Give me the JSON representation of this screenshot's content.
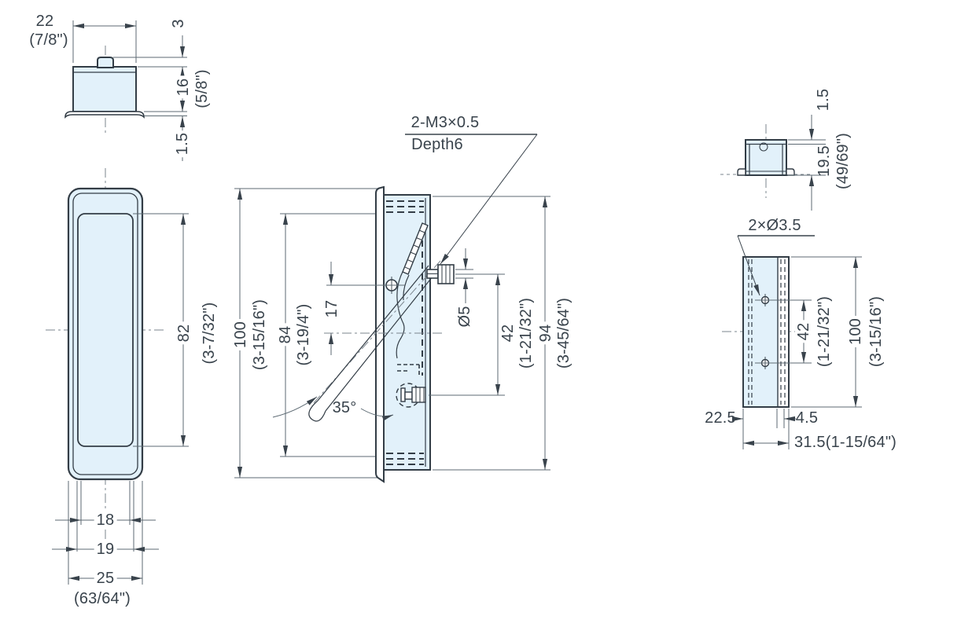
{
  "colors": {
    "background": "#ffffff",
    "part_fill": "#e2f1fa",
    "outline": "#333d46",
    "dimension_line": "#5d6a73",
    "text": "#39434c"
  },
  "views": {
    "cap_top": {
      "width_mm": "22",
      "width_in": "(7/8\")",
      "knob_height": "3",
      "body_height_mm": "16",
      "body_height_in": "(5/8\")",
      "flange_thickness": "1.5"
    },
    "front": {
      "recess_height_mm": "82",
      "recess_height_in": "(3-7/32\")",
      "recess_width": "18",
      "body_width": "19",
      "overall_width_mm": "25",
      "overall_width_in": "(63/64\")"
    },
    "side_section": {
      "thread_callout": "2-M3×0.5",
      "thread_depth": "Depth6",
      "overall_height_mm": "100",
      "overall_height_in": "(3-15/16\")",
      "case_height_mm": "84",
      "case_height_in": "(3-19/4\")",
      "pivot_offset": "17",
      "boss_diameter": "Ø5",
      "screw_pitch_mm": "42",
      "screw_pitch_in": "(1-21/32\")",
      "mount_height_mm": "94",
      "mount_height_in": "(3-45/64\")",
      "open_angle": "35°"
    },
    "rear_top": {
      "lip_height": "1.5",
      "depth_mm": "19.5",
      "depth_in": "(49/69\")"
    },
    "rear": {
      "hole_callout": "2×Ø3.5",
      "hole_pitch_mm": "42",
      "hole_pitch_in": "(1-21/32\")",
      "height_mm": "100",
      "height_in": "(3-15/16\")",
      "offset_left": "22.5",
      "offset_right": "4.5",
      "overall_width": "31.5(1-15/64\")"
    }
  }
}
